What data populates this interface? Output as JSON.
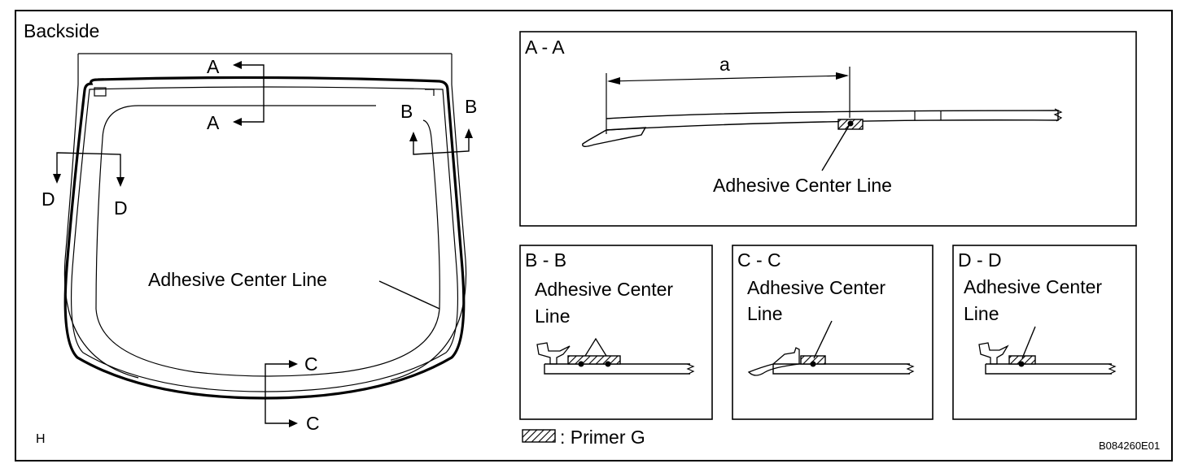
{
  "figure": {
    "corner_label": "H",
    "figure_id": "B084260E01",
    "legend": {
      "label": ": Primer G"
    }
  },
  "main_view": {
    "title": "Backside",
    "callout": "Adhesive Center Line",
    "section_marks": {
      "a_top": "A",
      "a_bottom": "A",
      "b_left": "B",
      "b_right": "B",
      "c_top": "C",
      "c_bottom": "C",
      "d_left": "D",
      "d_right": "D"
    }
  },
  "section_aa": {
    "title": "A - A",
    "dimension": "a",
    "callout": "Adhesive Center Line"
  },
  "section_bb": {
    "title": "B - B",
    "callout_line1": "Adhesive Center",
    "callout_line2": "Line"
  },
  "section_cc": {
    "title": "C - C",
    "callout_line1": "Adhesive Center",
    "callout_line2": "Line"
  },
  "section_dd": {
    "title": "D - D",
    "callout_line1": "Adhesive Center",
    "callout_line2": "Line"
  }
}
